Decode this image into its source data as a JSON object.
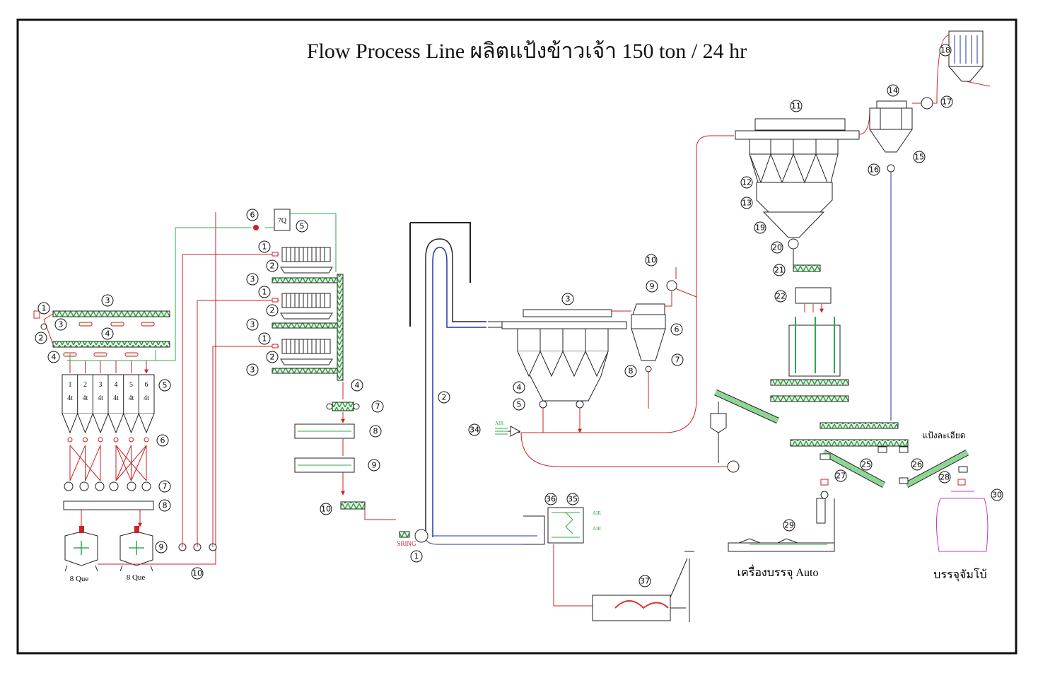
{
  "title": "Flow Process Line ผลิตแป้งข้าวเจ้า 150 ton / 24 hr",
  "labels": {
    "tank_7q": "7Q",
    "que_left": "8 Que",
    "que_right": "8 Que",
    "silo_numbers": [
      "1",
      "2",
      "3",
      "4",
      "5",
      "6"
    ],
    "silo_cap": "4t",
    "spring": "SRING",
    "air": "AIR",
    "fine_flour": "แป้งละเอียด",
    "auto_pack": "เครื่องบรรจุ Auto",
    "jumbo_pack": "บรรจุจัมโบ้"
  },
  "callouts": [
    "1",
    "2",
    "3",
    "3",
    "4",
    "4",
    "5",
    "6",
    "7",
    "8",
    "9",
    "10",
    "6",
    "5",
    "1",
    "2",
    "3",
    "1",
    "2",
    "3",
    "1",
    "2",
    "3",
    "4",
    "7",
    "8",
    "9",
    "10",
    "2",
    "1",
    "36",
    "35",
    "37",
    "3",
    "4",
    "5",
    "34",
    "10",
    "9",
    "6",
    "7",
    "8",
    "11",
    "12",
    "13",
    "19",
    "20",
    "21",
    "22",
    "29",
    "14",
    "17",
    "18",
    "15",
    "16",
    "25",
    "26",
    "27",
    "28",
    "30"
  ],
  "colors": {
    "pipe_green": "#2ea84a",
    "pipe_red": "#cc2222",
    "pipe_blue": "#2233aa",
    "magenta": "#cc33cc",
    "conveyor_fill": "#3cb043"
  }
}
